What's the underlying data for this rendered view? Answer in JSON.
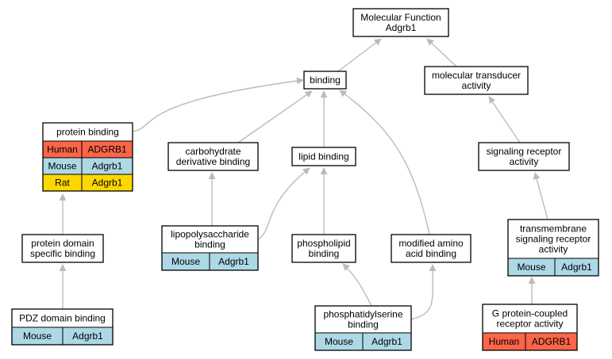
{
  "colors": {
    "edge": "#bbbbbb",
    "human": "#fb6548",
    "mouse": "#add8e6",
    "rat": "#ffd700",
    "node_fill": "#ffffff",
    "border": "#000000"
  },
  "nodes": {
    "molecular_function": [
      "Molecular Function",
      "Adgrb1"
    ],
    "binding": [
      "binding"
    ],
    "molecular_transducer": [
      "molecular transducer",
      "activity"
    ],
    "protein_binding": [
      "protein binding"
    ],
    "carbohydrate_derivative": [
      "carbohydrate",
      "derivative binding"
    ],
    "lipid_binding": [
      "lipid binding"
    ],
    "signaling_receptor": [
      "signaling receptor",
      "activity"
    ],
    "protein_domain": [
      "protein domain",
      "specific binding"
    ],
    "lipopolysaccharide": [
      "lipopolysaccharide",
      "binding"
    ],
    "phospholipid": [
      "phospholipid",
      "binding"
    ],
    "modified_amino": [
      "modified amino",
      "acid binding"
    ],
    "transmembrane": [
      "transmembrane",
      "signaling receptor",
      "activity"
    ],
    "pdz_domain": [
      "PDZ domain binding"
    ],
    "phosphatidylserine": [
      "phosphatidylserine",
      "binding"
    ],
    "gpcr": [
      "G protein-coupled",
      "receptor activity"
    ]
  },
  "annotations": {
    "protein_binding": [
      [
        "Human",
        "ADGRB1"
      ],
      [
        "Mouse",
        "Adgrb1"
      ],
      [
        "Rat",
        "Adgrb1"
      ]
    ],
    "lipopolysaccharide": [
      [
        "Mouse",
        "Adgrb1"
      ]
    ],
    "transmembrane": [
      [
        "Mouse",
        "Adgrb1"
      ]
    ],
    "pdz_domain": [
      [
        "Mouse",
        "Adgrb1"
      ]
    ],
    "phosphatidylserine": [
      [
        "Mouse",
        "Adgrb1"
      ]
    ],
    "gpcr": [
      [
        "Human",
        "ADGRB1"
      ]
    ]
  }
}
